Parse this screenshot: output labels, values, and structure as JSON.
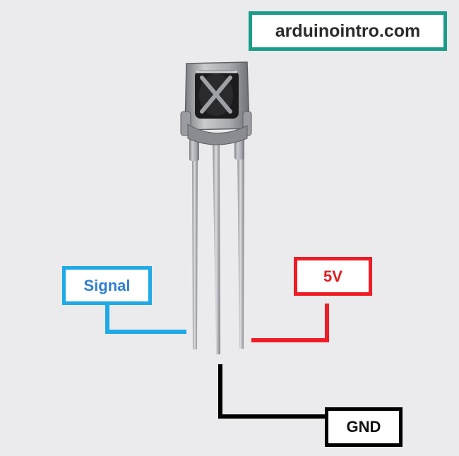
{
  "brand": {
    "text": "arduinointro.com",
    "color": "#1a9c8a"
  },
  "pins": [
    {
      "id": "signal",
      "label": "Signal",
      "color": "#1fa9e6",
      "text_color": "#2f7fd0"
    },
    {
      "id": "gnd",
      "label": "GND",
      "color": "#000000",
      "text_color": "#111111"
    },
    {
      "id": "vcc",
      "label": "5V",
      "color": "#ee1c24",
      "text_color": "#e01d22"
    }
  ],
  "component": {
    "icon": "ir-receiver-sensor-photo"
  }
}
